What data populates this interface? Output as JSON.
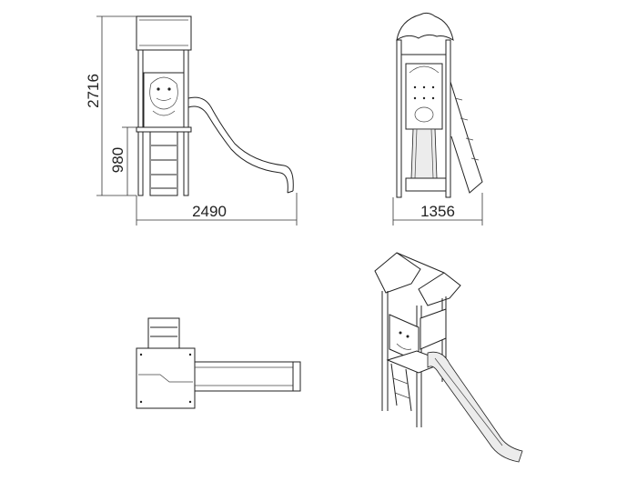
{
  "dimensions": {
    "total_height": "2716",
    "platform_height": "980",
    "total_length": "2490",
    "total_width": "1356"
  }
}
